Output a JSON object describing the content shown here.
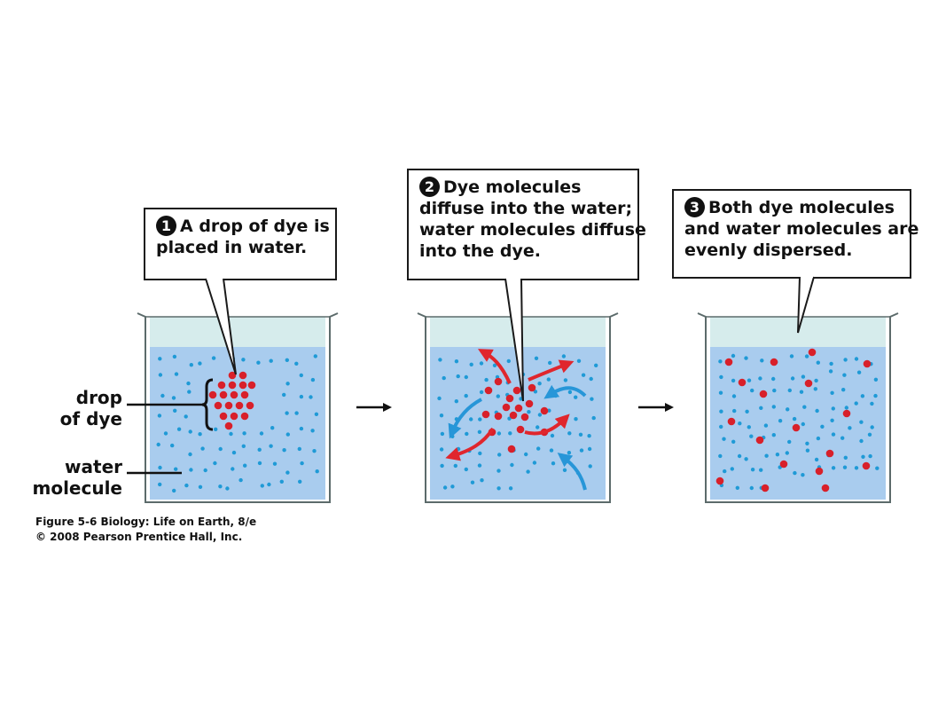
{
  "colors": {
    "water": "#a9ccee",
    "headspace": "#d6ecec",
    "beaker_outline": "#5c6b6b",
    "water_molecule": "#1f9ad6",
    "dye_molecule": "#d8202a",
    "red_arrow": "#e0262d",
    "blue_arrow": "#2796d8"
  },
  "steps": [
    {
      "number": "1",
      "lines": [
        "A drop of dye is",
        "placed in water."
      ]
    },
    {
      "number": "2",
      "lines": [
        "Dye molecules",
        "diffuse into the water;",
        "water molecules diffuse",
        "into the dye."
      ]
    },
    {
      "number": "3",
      "lines": [
        "Both dye molecules",
        "and water molecules are",
        "evenly dispersed."
      ]
    }
  ],
  "labels": {
    "drop_of_dye": [
      "drop",
      "of dye"
    ],
    "water_molecule": [
      "water",
      "molecule"
    ]
  },
  "credits": {
    "figure": "Figure 5-6  Biology: Life on Earth, 8/e",
    "copyright": "© 2008 Pearson Prentice Hall, Inc."
  },
  "icons": [
    "right-arrow-icon",
    "red-diffusion-arrow-icon",
    "blue-diffusion-arrow-icon"
  ]
}
